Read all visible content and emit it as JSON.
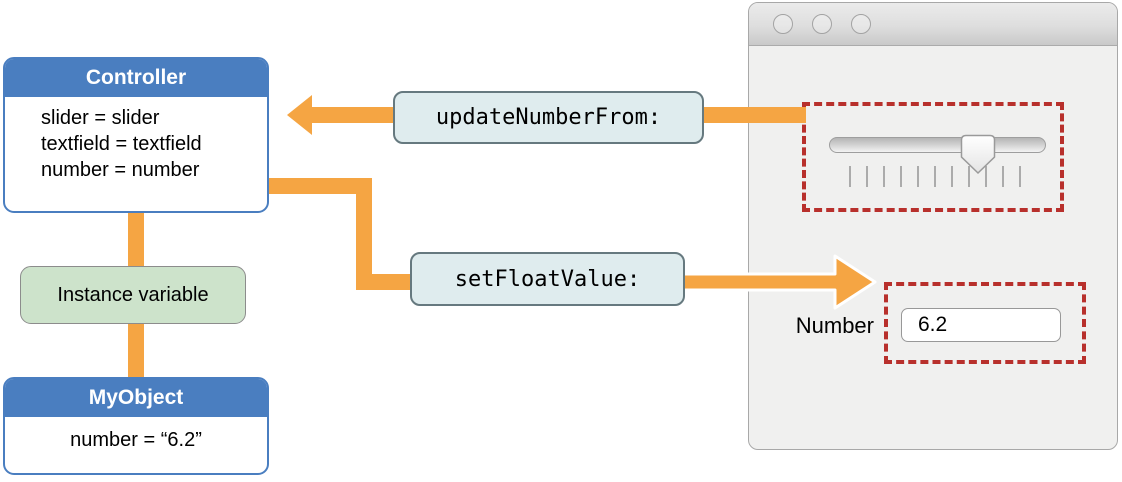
{
  "colors": {
    "orange": "#F5A543",
    "blue": "#4A7EC0",
    "green_fill": "#CDE3CB",
    "green_border": "#8C8C8C",
    "label_fill": "#DFECEE",
    "label_border": "#66797F",
    "red_dashed": "#B8302C",
    "window_bg": "#F0F0EF",
    "window_border": "#A8A8A8"
  },
  "diagram": {
    "controller": {
      "title": "Controller",
      "lines": [
        "slider = slider",
        "textfield = textfield",
        "number = number"
      ]
    },
    "instance_variable_label": "Instance variable",
    "my_object": {
      "title": "MyObject",
      "body": "number = “6.2”"
    },
    "messages": {
      "update_number_from": "updateNumberFrom:",
      "set_float_value": "setFloatValue:"
    }
  },
  "window": {
    "traffic_lights": [
      "close",
      "minimize",
      "zoom"
    ],
    "slider": {
      "tick_count": 11,
      "thumb_position_pct": 69
    },
    "number_label": "Number",
    "number_field_value": "6.2"
  }
}
